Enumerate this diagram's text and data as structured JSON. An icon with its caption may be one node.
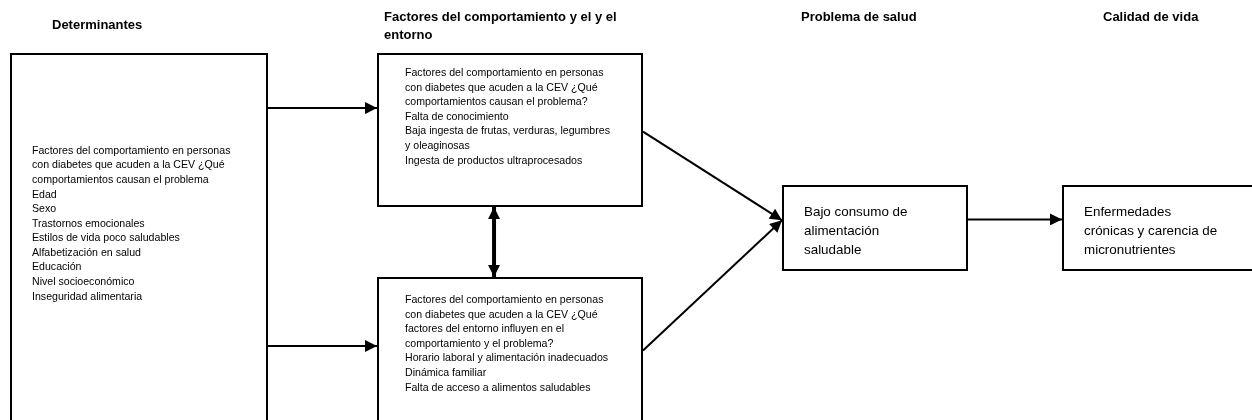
{
  "diagram": {
    "nodes": [
      {
        "text": [
          "Factores del comportamiento en personas con diabetes que acuden a la CEV ¿Qué comportamientos causan el problema",
          "Edad",
          "Sexo",
          "Trastornos emocionales",
          "Estilos de vida poco saludables",
          "Alfabetización en salud",
          "Educación",
          "Nivel socioeconómico",
          "Inseguridad alimentaria"
        ]
      },
      {
        "text": [
          "Factores del comportamiento en personas con diabetes que acuden a la CEV ¿Qué comportamientos causan el problema?",
          "Falta de conocimiento",
          "Baja ingesta de frutas, verduras, legumbres y oleaginosas",
          "Ingesta de productos ultraprocesados"
        ]
      },
      {
        "text": [
          "Factores del comportamiento en personas con diabetes que acuden a la CEV ¿Qué factores del entorno influyen en el comportamiento y el problema?",
          "Horario laboral y alimentación inadecuados",
          "Dinámica familiar",
          "Falta de acceso a alimentos saludables"
        ]
      },
      {
        "text": [
          "Bajo consumo de alimentación saludable"
        ]
      },
      {
        "text": [
          "Enfermedades crónicas y carencia de micronutrientes"
        ]
      }
    ],
    "edges": [
      {
        "from": 0,
        "to": 1,
        "arrow": "to"
      },
      {
        "from": 0,
        "to": 2,
        "arrow": "to"
      },
      {
        "from": 1,
        "to": 2,
        "arrow": "both",
        "style": "thick"
      },
      {
        "from": 1,
        "to": 3,
        "arrow": "to"
      },
      {
        "from": 2,
        "to": 3,
        "arrow": "to"
      },
      {
        "from": 3,
        "to": 4,
        "arrow": "to"
      }
    ],
    "labels": [
      "Determinantes",
      "Factores del comportamiento y el y el entorno",
      "Problema de salud",
      "Calidad de vida"
    ]
  }
}
